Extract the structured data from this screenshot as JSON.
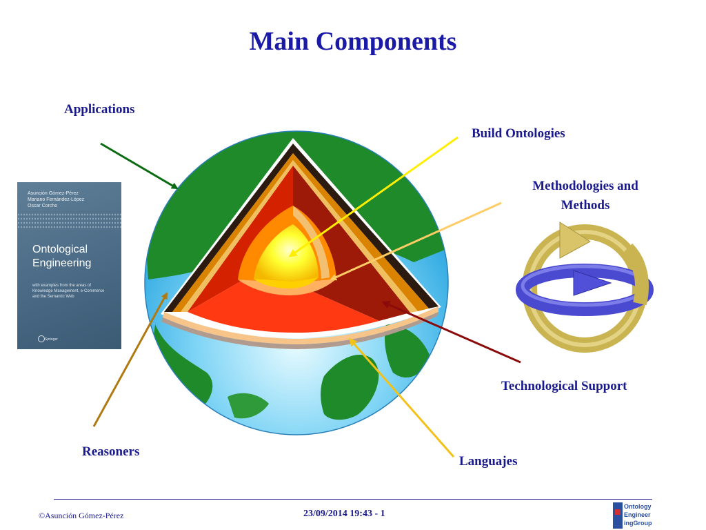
{
  "slide": {
    "title": "Main Components"
  },
  "labels": {
    "applications": "Applications",
    "build_ontologies": "Build Ontologies",
    "methodologies": "Methodologies and\nMethods",
    "technological_support": "Technological Support",
    "reasoners": "Reasoners",
    "languajes": "Languajes"
  },
  "book": {
    "authors": "Asunción Gómez-Pérez\nMariano Fernández-López\nOscar Corcho",
    "title": "Ontological\nEngineering",
    "subtitle": "with examples from the areas of\nKnowledge Management, e-Commerce\nand the Semantic Web",
    "publisher": "Springer"
  },
  "footer": {
    "copyright": "©Asunción Gómez-Pérez",
    "date_page": "23/09/2014 19:43 - 1",
    "logo_text": "Ontology\nEngineer\ningGroup"
  },
  "colors": {
    "title": "#1a1aa6",
    "label": "#1a1a8c",
    "arrow_applications": "#0b6b12",
    "arrow_build": "#ffee00",
    "arrow_methodologies": "#ffcc66",
    "arrow_technological": "#8b0a0a",
    "arrow_reasoners": "#b07a12",
    "arrow_languajes": "#f2c21a"
  }
}
